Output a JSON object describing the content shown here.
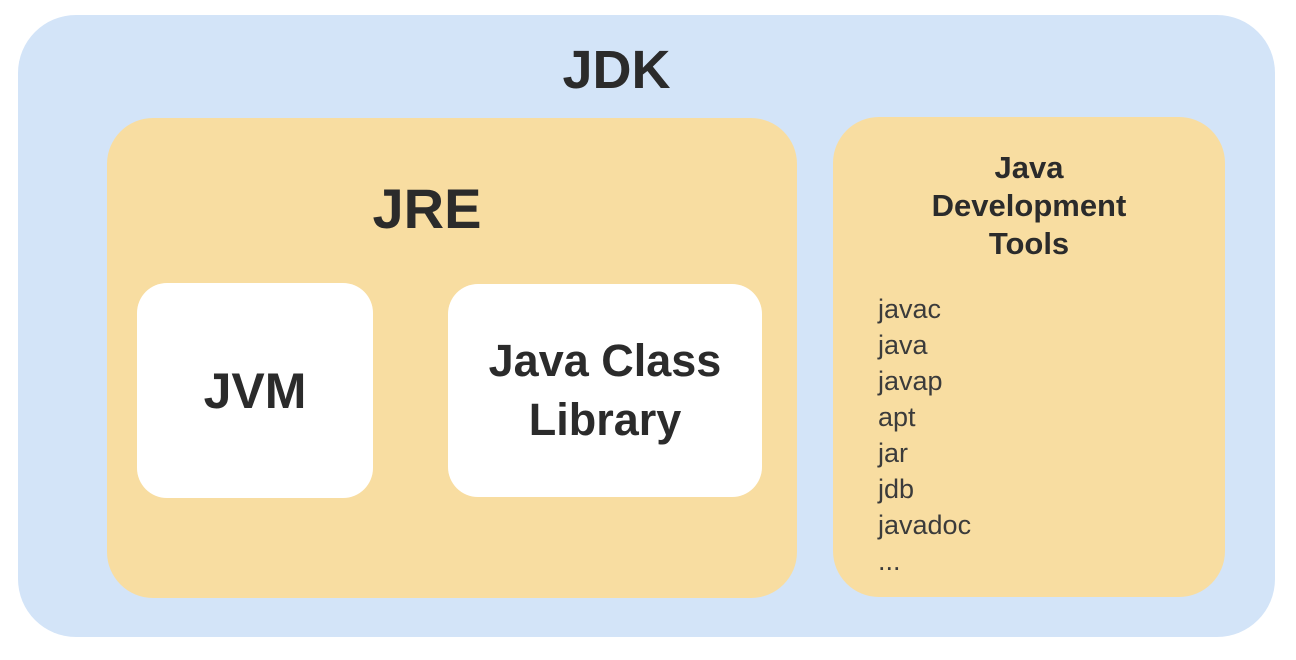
{
  "diagram": {
    "jdk_label": "JDK",
    "jre": {
      "label": "JRE",
      "children": [
        {
          "label": "JVM"
        },
        {
          "label": "Java Class Library"
        }
      ]
    },
    "tools": {
      "title": "Java Development Tools",
      "items": [
        "javac",
        "java",
        "javap",
        "apt",
        "jar",
        "jdb",
        "javadoc",
        "..."
      ]
    }
  },
  "colors": {
    "jdk_bg": "#d3e4f8",
    "panel_bg": "#f8dda1",
    "node_bg": "#ffffff",
    "text": "#2b2b2b",
    "list_text": "#3b3b3b"
  }
}
